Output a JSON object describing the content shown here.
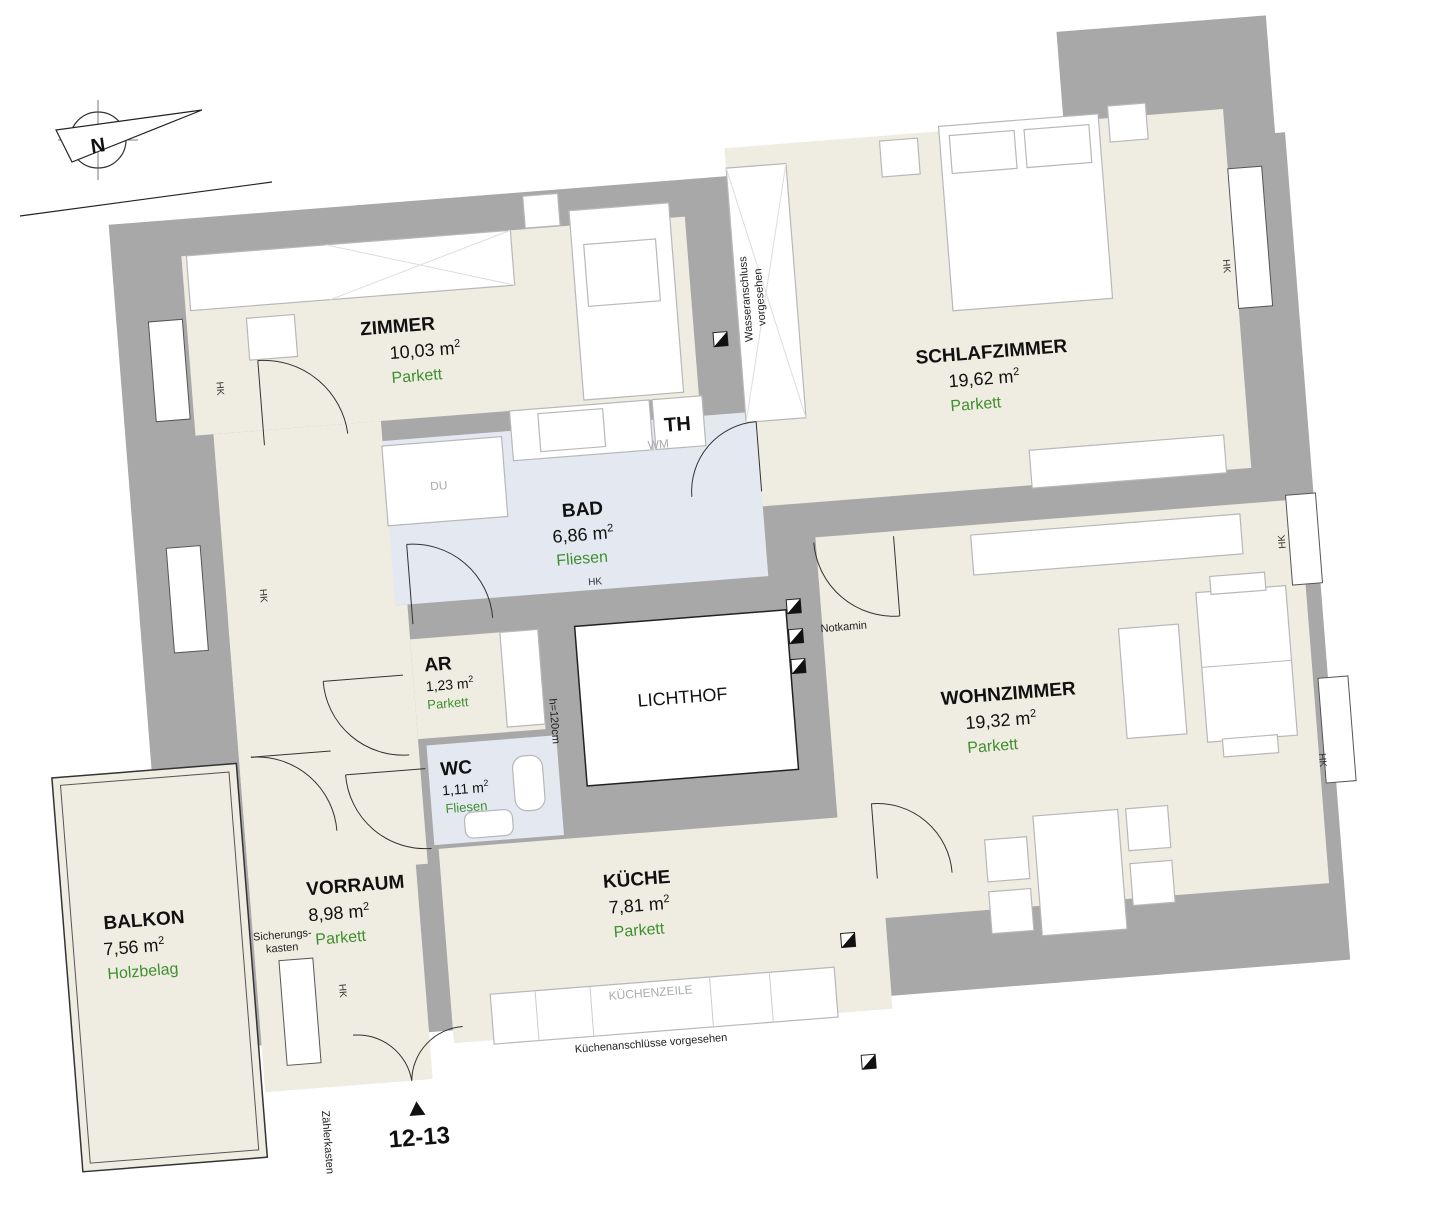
{
  "colors": {
    "wall": "#a8a8a8",
    "floor_parkett": "#efece1",
    "floor_fliesen": "#e3e8f1",
    "floor_label": "#3f8f2f",
    "text": "#111111",
    "fixture": "#ffffff"
  },
  "compass": {
    "letter": "N",
    "icon": "north-arrow-icon"
  },
  "unit": {
    "number": "12-13",
    "icon": "entrance-triangle-icon"
  },
  "area_unit": "m",
  "area_exponent": "2",
  "rooms": {
    "zimmer": {
      "name": "ZIMMER",
      "area": "10,03",
      "floor": "Parkett"
    },
    "schlafzimmer": {
      "name": "SCHLAFZIMMER",
      "area": "19,62",
      "floor": "Parkett"
    },
    "bad": {
      "name": "BAD",
      "area": "6,86",
      "floor": "Fliesen"
    },
    "ar": {
      "name": "AR",
      "area": "1,23",
      "floor": "Parkett"
    },
    "wc": {
      "name": "WC",
      "area": "1,11",
      "floor": "Fliesen"
    },
    "wohnzimmer": {
      "name": "WOHNZIMMER",
      "area": "19,32",
      "floor": "Parkett"
    },
    "kueche": {
      "name": "KÜCHE",
      "area": "7,81",
      "floor": "Parkett"
    },
    "vorraum": {
      "name": "VORRAUM",
      "area": "8,98",
      "floor": "Parkett"
    },
    "balkon": {
      "name": "BALKON",
      "area": "7,56",
      "floor": "Holzbelag"
    }
  },
  "labels": {
    "lichthof": "LICHTHOF",
    "th": "TH",
    "wm": "WM",
    "du": "DU",
    "hk": "HK",
    "notkamin": "Notkamin",
    "wc_height": "h=120cm",
    "kuechenzeile": "KÜCHENZEILE",
    "kuechenanschluesse": "Küchenanschlüsse vorgesehen",
    "wasseranschluss_1": "Wasseranschluss",
    "wasseranschluss_2": "vorgesehen",
    "sicherung_1": "Sicherungs-",
    "sicherung_2": "kasten",
    "zaehlerkasten": "Zählerkasten"
  }
}
